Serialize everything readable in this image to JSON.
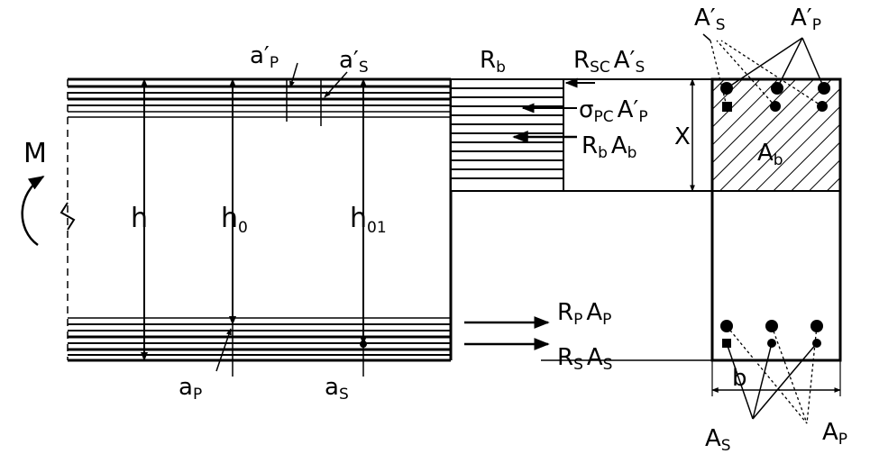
{
  "labels": {
    "moment": "M",
    "h": "h",
    "h0": {
      "main": "h",
      "sub": "0"
    },
    "h01": {
      "main": "h",
      "sub": "01"
    },
    "ap_top": {
      "main": "a′",
      "sub": "P"
    },
    "as_top": {
      "main": "a′",
      "sub": "S"
    },
    "ap_bottom": {
      "main": "a",
      "sub": "P"
    },
    "as_bottom": {
      "main": "a",
      "sub": "S"
    },
    "rb_top": {
      "main": "R",
      "sub": "b"
    },
    "rsc_as": {
      "main": "R",
      "sub": "SC",
      "main2": "A′",
      "sub2": "S"
    },
    "spc_ap": {
      "main": "σ",
      "sub": "PC",
      "main2": "A′",
      "sub2": "P"
    },
    "rb_ab": {
      "main": "R",
      "sub": "b",
      "main2": "A",
      "sub2": "b"
    },
    "rp_ap": {
      "main": "R",
      "sub": "P",
      "main2": "A",
      "sub2": "P"
    },
    "rs_as": {
      "main": "R",
      "sub": "S",
      "main2": "A",
      "sub2": "S"
    },
    "x": "X",
    "as_prime_sec": {
      "main": "A′",
      "sub": "S"
    },
    "ap_prime_sec": {
      "main": "A′",
      "sub": "P"
    },
    "ab_sec": {
      "main": "A",
      "sub": "b"
    },
    "b": "b",
    "as_sec": {
      "main": "A",
      "sub": "S"
    },
    "ap_sec": {
      "main": "A",
      "sub": "P"
    }
  },
  "colors": {
    "ink": "#000000",
    "paper": "#ffffff"
  },
  "icons": [
    "curved-moment-arrow-icon",
    "break-line-icon",
    "rebar-dot-icon",
    "force-arrow-icon"
  ]
}
